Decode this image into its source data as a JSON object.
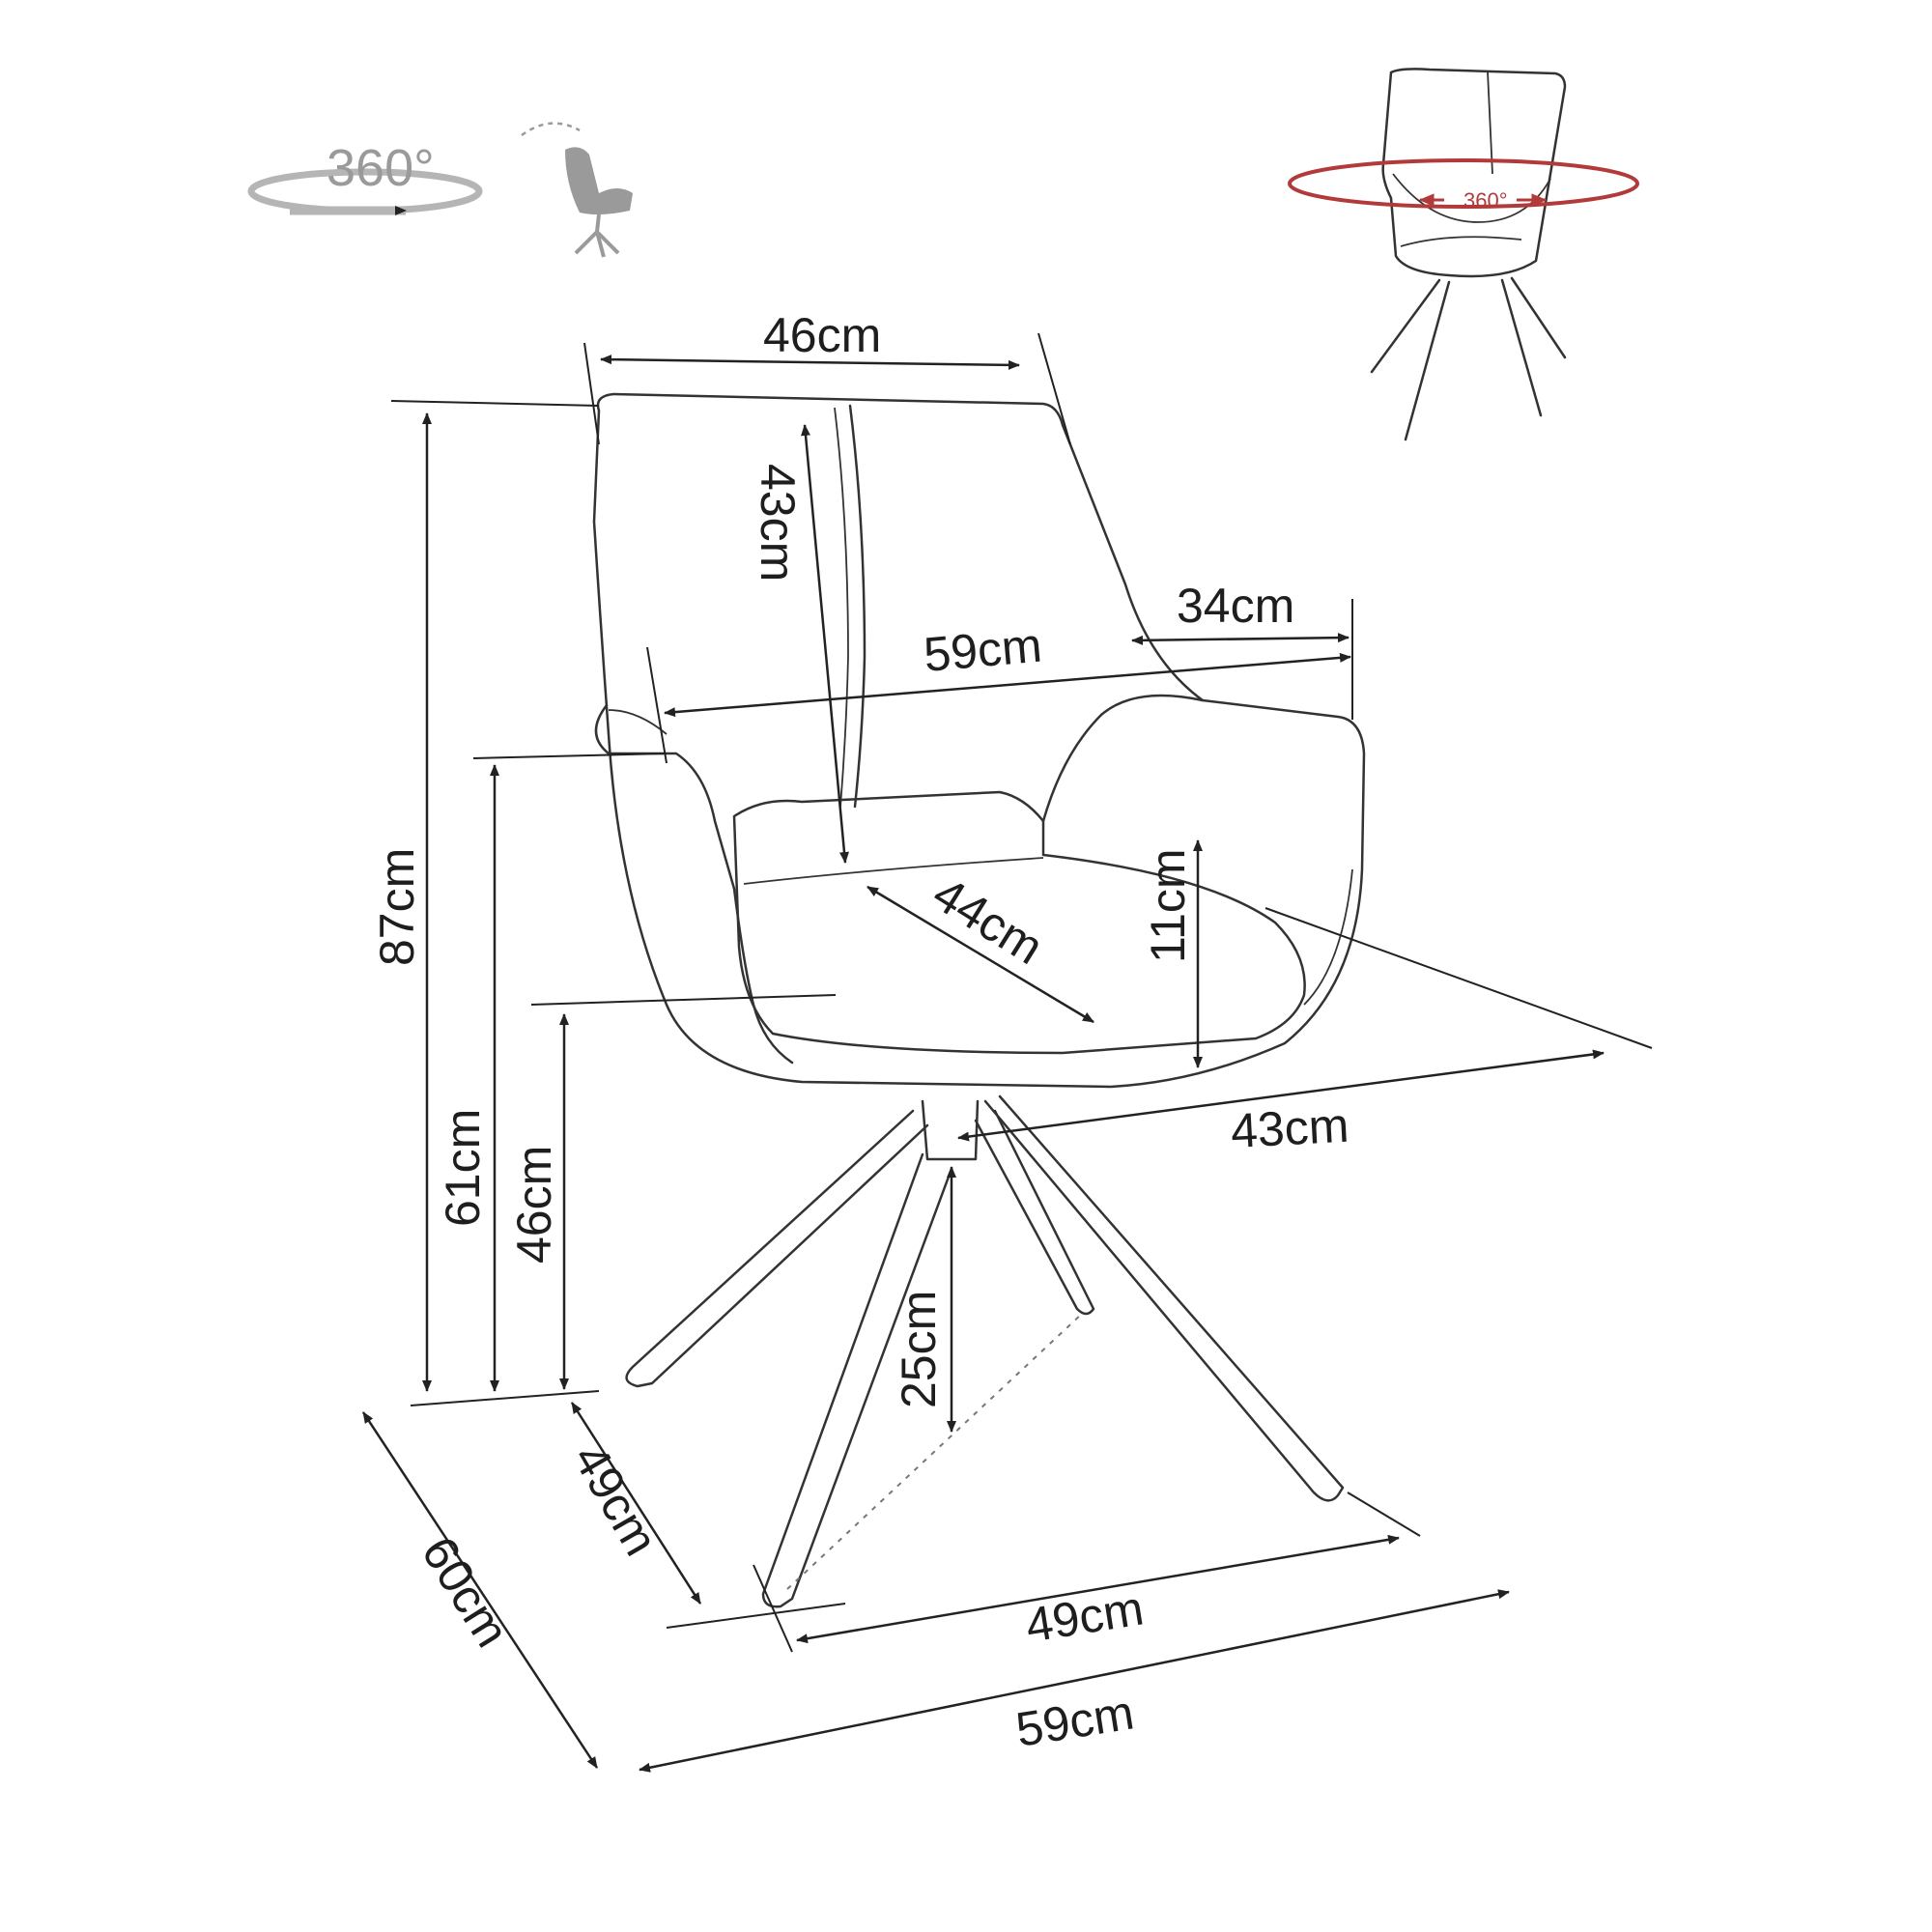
{
  "icons": {
    "rotation_label": "360°",
    "thumbnail_rotation_label": "360°",
    "accent_color": "#b23a3a",
    "icon_color": "#9a9a9a"
  },
  "dimensions": {
    "backrest_width": "46cm",
    "backrest_height": "43cm",
    "overall_width_top": "59cm",
    "armrest_depth": "34cm",
    "total_height": "87cm",
    "armrest_height": "61cm",
    "seat_height": "46cm",
    "seat_depth": "44cm",
    "armrest_above_seat": "11cm",
    "seat_width": "43cm",
    "base_height": "25cm",
    "base_depth": "49cm",
    "overall_depth": "60cm",
    "base_width": "49cm",
    "overall_width_bottom": "59cm"
  }
}
